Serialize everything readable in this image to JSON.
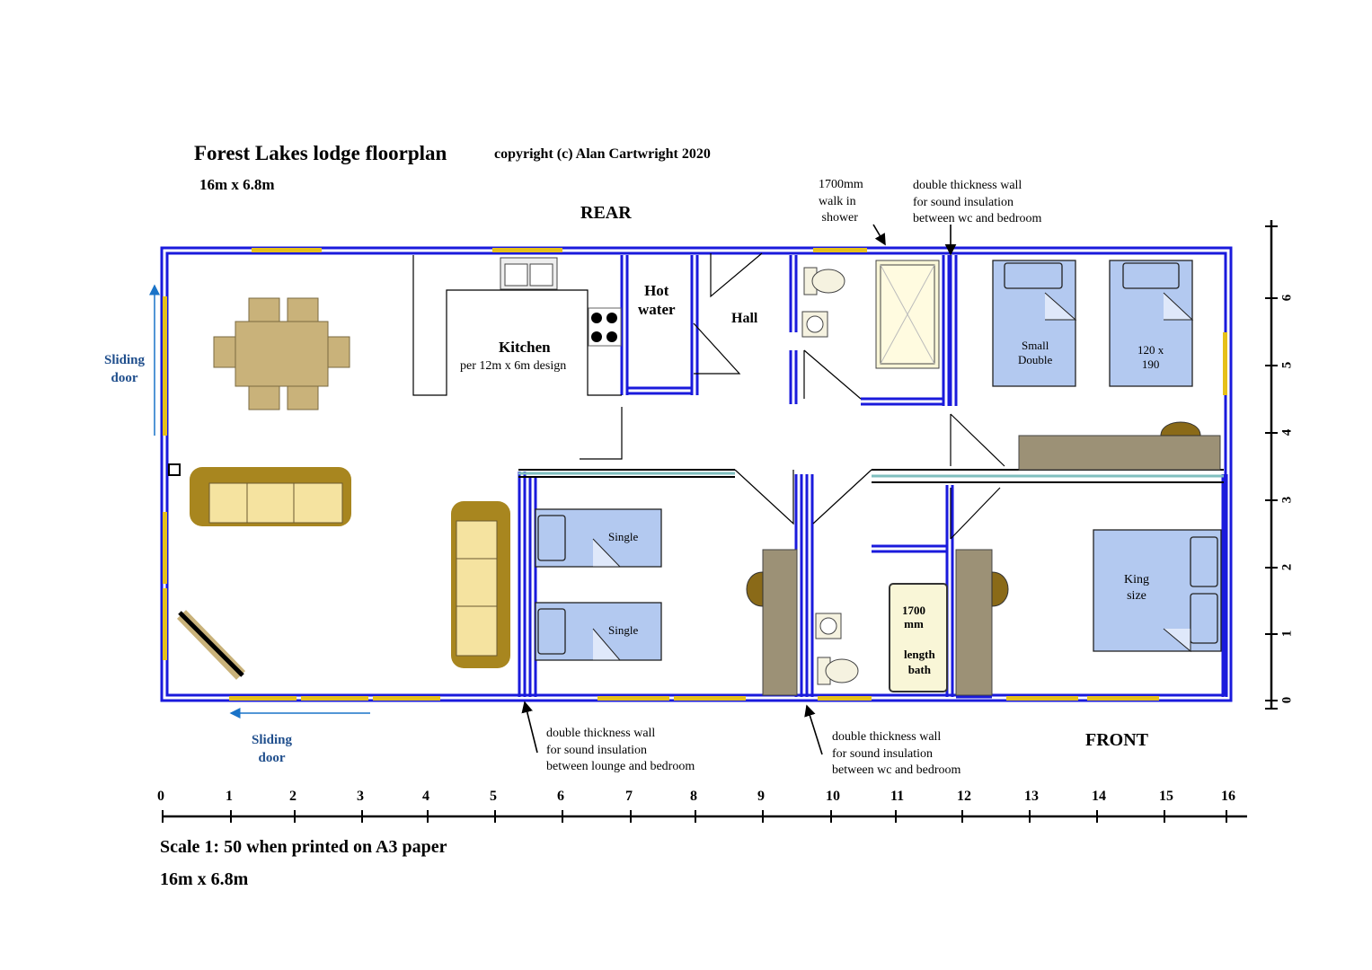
{
  "header": {
    "title": "Forest Lakes lodge floorplan",
    "copyright": "copyright (c) Alan Cartwright  2020",
    "dimensions": "16m x 6.8m"
  },
  "labels": {
    "rear": "REAR",
    "front": "FRONT",
    "sliding_door_left": "Sliding\ndoor",
    "sliding_door_bottom": "Sliding\ndoor",
    "hot_water": "Hot\nwater",
    "hall": "Hall",
    "kitchen": "Kitchen",
    "kitchen_note": "per 12m x 6m design",
    "shower_note": "1700mm\nwalk in\n shower",
    "bed_small_double": "Small\nDouble",
    "bed_120": "120 x\n190",
    "bed_single_1": "Single",
    "bed_single_2": "Single",
    "bed_king": "King\nsize",
    "bath_size": "1700\nmm",
    "bath_type": "length\nbath"
  },
  "notes": {
    "top_right": "double thickness wall\nfor sound insulation\nbetween wc and bedroom",
    "bottom_left": "double thickness wall\nfor sound insulation\nbetween lounge and bedroom",
    "bottom_right": "double thickness wall\nfor sound insulation\nbetween wc and bedroom"
  },
  "footer": {
    "scale": "Scale 1: 50   when printed on A3 paper",
    "dimensions": "16m x 6.8m"
  },
  "scales": {
    "horizontal": [
      "0",
      "1",
      "2",
      "3",
      "4",
      "5",
      "6",
      "7",
      "8",
      "9",
      "10",
      "11",
      "12",
      "13",
      "14",
      "15",
      "16"
    ],
    "vertical": [
      "0",
      "1",
      "2",
      "3",
      "4",
      "5",
      "6"
    ]
  },
  "colors": {
    "wall": "#1a1adc",
    "window": "#e6c01a",
    "bed": "#b3c9f0",
    "sofa": "#f5e3a0",
    "sofa_frame": "#a8861f",
    "table": "#c9b27a",
    "desk": "#9c9176"
  }
}
